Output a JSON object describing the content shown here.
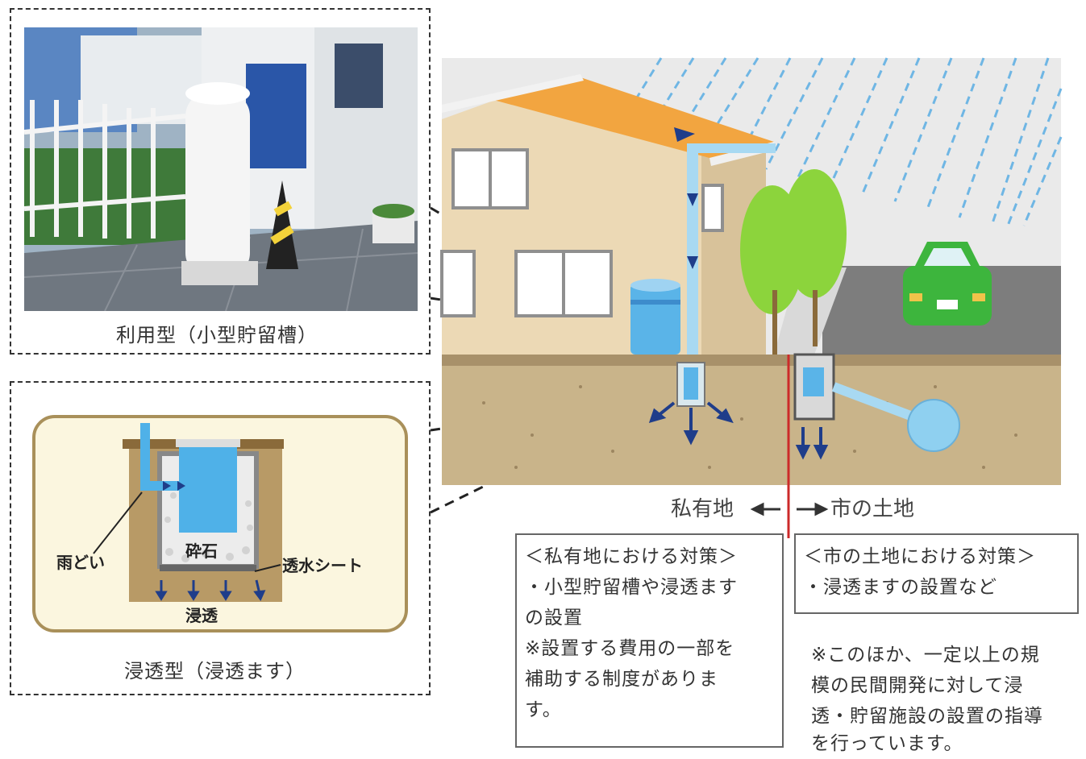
{
  "photo_panel": {
    "caption": "利用型（小型貯留槽）"
  },
  "infiltration_panel": {
    "caption": "浸透型（浸透ます）",
    "label_gutter": "雨どい",
    "label_gravel": "砕石",
    "label_sheet": "透水シート",
    "label_infiltration": "浸透"
  },
  "scene": {
    "label_private": "私有地",
    "label_city": "市の土地"
  },
  "private_measures": {
    "title": "＜私有地における対策＞",
    "line1": "・小型貯留槽や浸透ます",
    "line2": "の設置",
    "line3": "※設置する費用の一部を",
    "line4": "補助する制度がありま",
    "line5": "す。"
  },
  "city_measures": {
    "title": "＜市の土地における対策＞",
    "line1": "・浸透ますの設置など"
  },
  "note": {
    "line1": "※このほか、一定以上の規",
    "line2": "模の民間開発に対して浸",
    "line3": "透・貯留施設の設置の指導",
    "line4": "を行っています。"
  },
  "colors": {
    "roof": "#f2a540",
    "wall": "#ecd9b5",
    "water": "#5ab4e8",
    "arrow": "#1f3d8a",
    "car": "#3db53d",
    "tree": "#8cd43c",
    "soil": "#c9b48a",
    "road": "#7d7d7d",
    "boundary": "#cc2a2a",
    "panel_bg": "#fbf6df"
  }
}
